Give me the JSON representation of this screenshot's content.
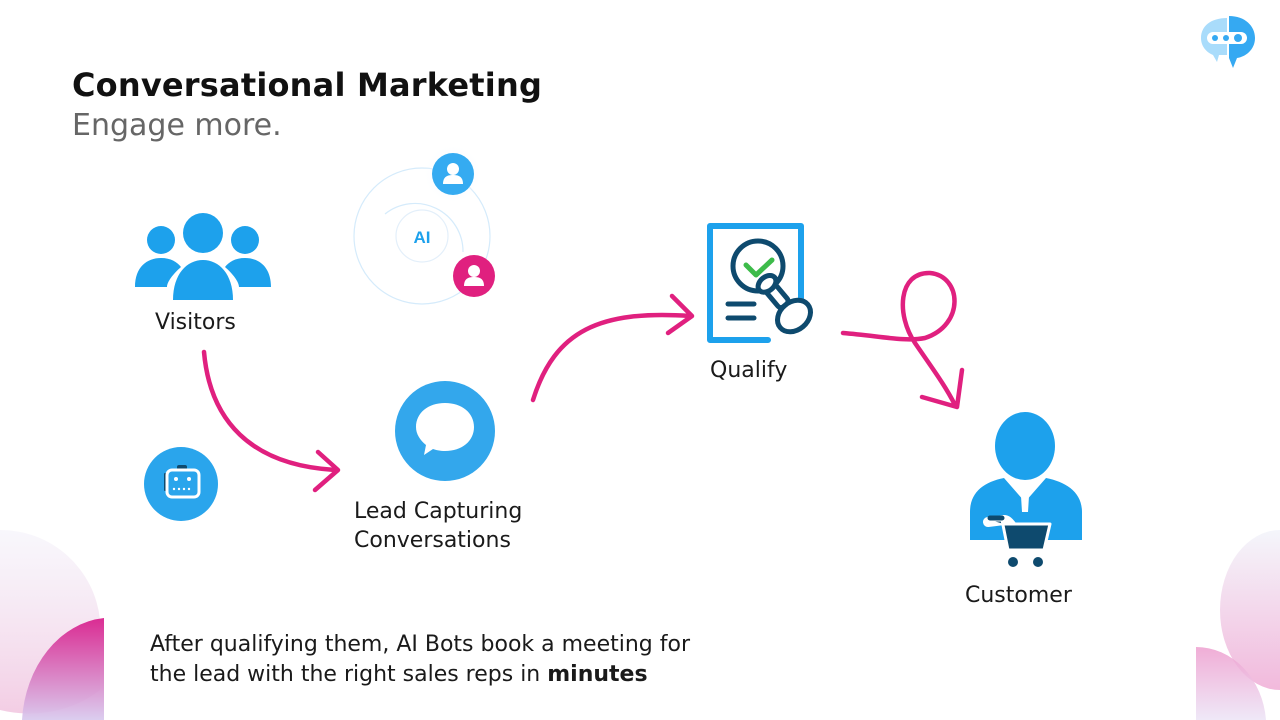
{
  "header": {
    "title": "Conversational Marketing",
    "subtitle": "Engage more."
  },
  "logo": {
    "icon": "chat-bubble-logo-icon"
  },
  "nodes": {
    "visitors": {
      "label": "Visitors",
      "icon": "group-of-people-icon"
    },
    "ai_hub": {
      "label": "AI",
      "icon": "ai-orbit-icon"
    },
    "bot": {
      "icon": "robot-icon"
    },
    "lead": {
      "label_line1": "Lead Capturing",
      "label_line2": "Conversations",
      "icon": "chat-bubble-icon"
    },
    "qualify": {
      "label": "Qualify",
      "icon": "approved-document-stamp-icon"
    },
    "customer": {
      "label": "Customer",
      "icon": "customer-with-cart-icon"
    }
  },
  "caption": {
    "line1": "After qualifying them, AI Bots book a meeting for",
    "line2_prefix": "the lead with the right sales reps in ",
    "line2_bold": "minutes"
  },
  "colors": {
    "brand_blue": "#1da1ec",
    "dark_navy": "#0e4a6e",
    "accent_pink": "#e0207f",
    "check_green": "#3dbb4a",
    "subtitle_gray": "#666666"
  }
}
